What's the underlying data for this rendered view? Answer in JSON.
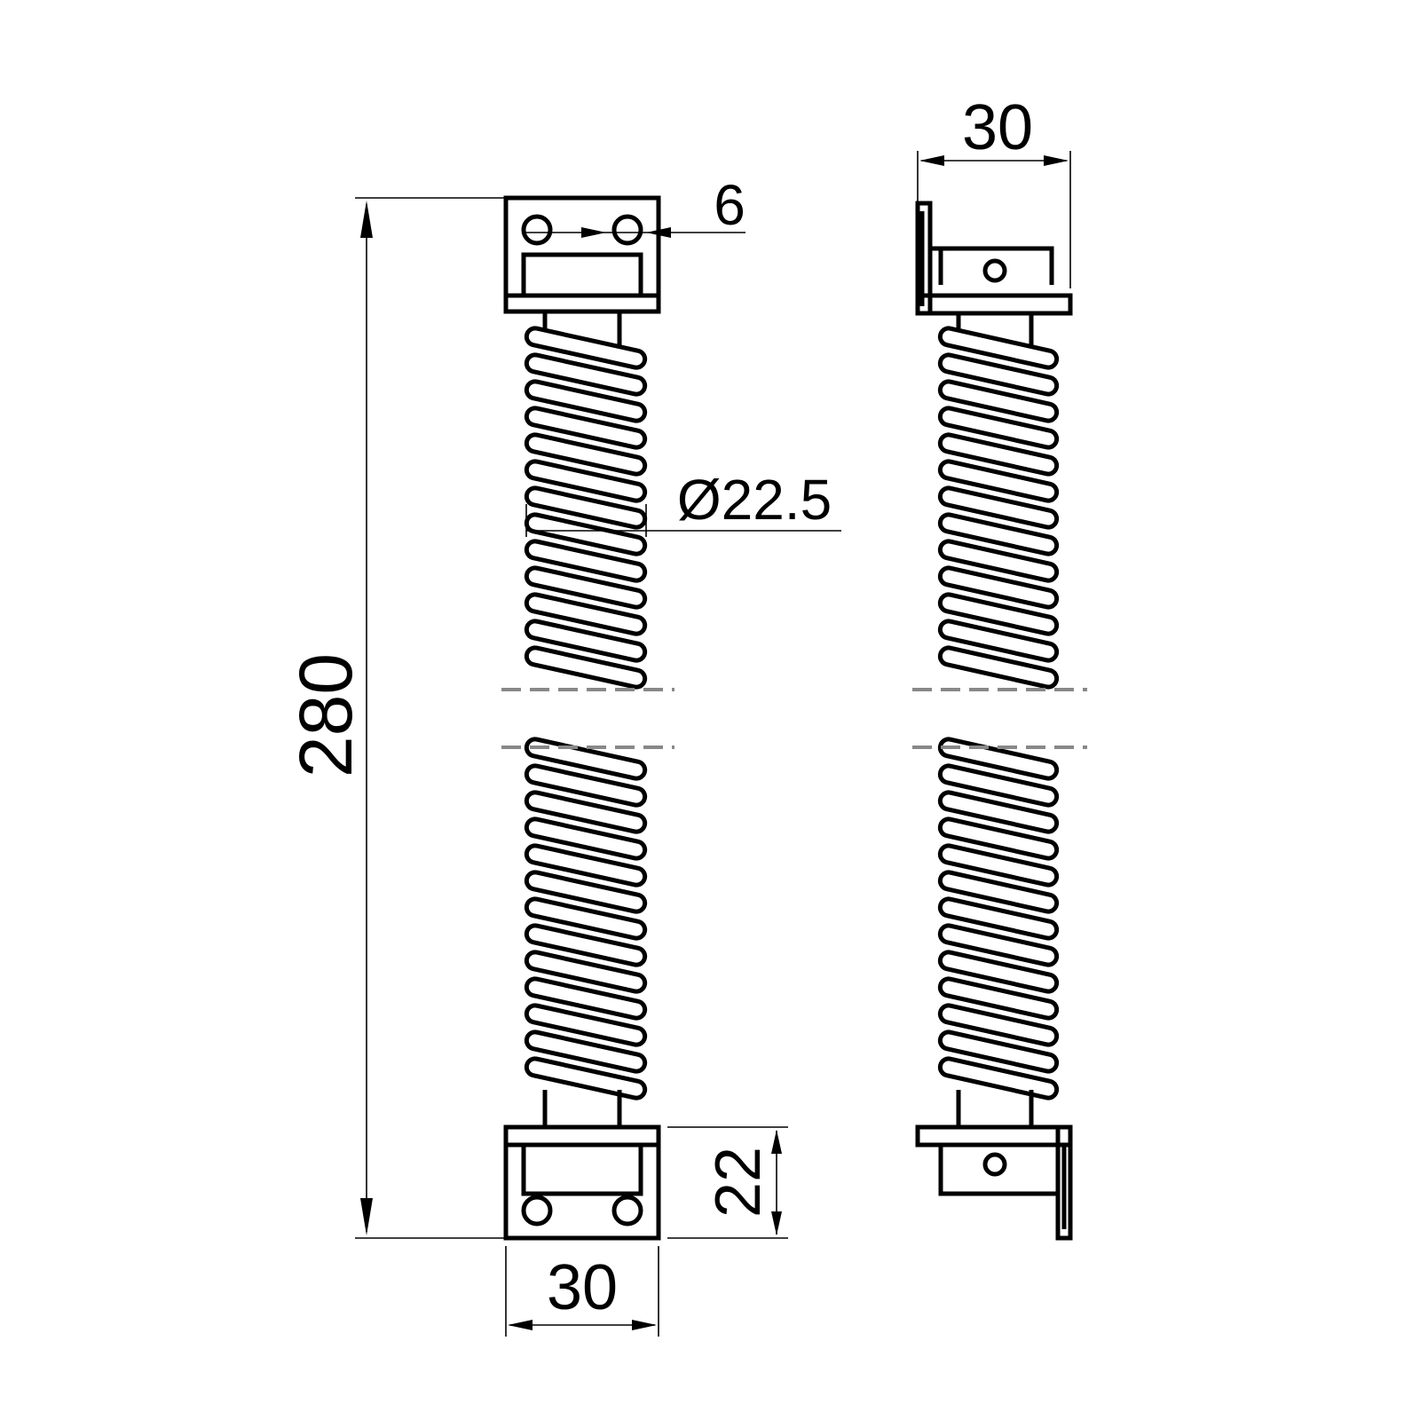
{
  "dimensions": {
    "overall_height": "280",
    "hole_spacing": "6",
    "spring_diameter": "Ø22.5",
    "bracket_height": "22",
    "front_width": "30",
    "side_width": "30"
  },
  "colors": {
    "line": "#000000",
    "cut_line": "#888888",
    "background": "#ffffff"
  }
}
